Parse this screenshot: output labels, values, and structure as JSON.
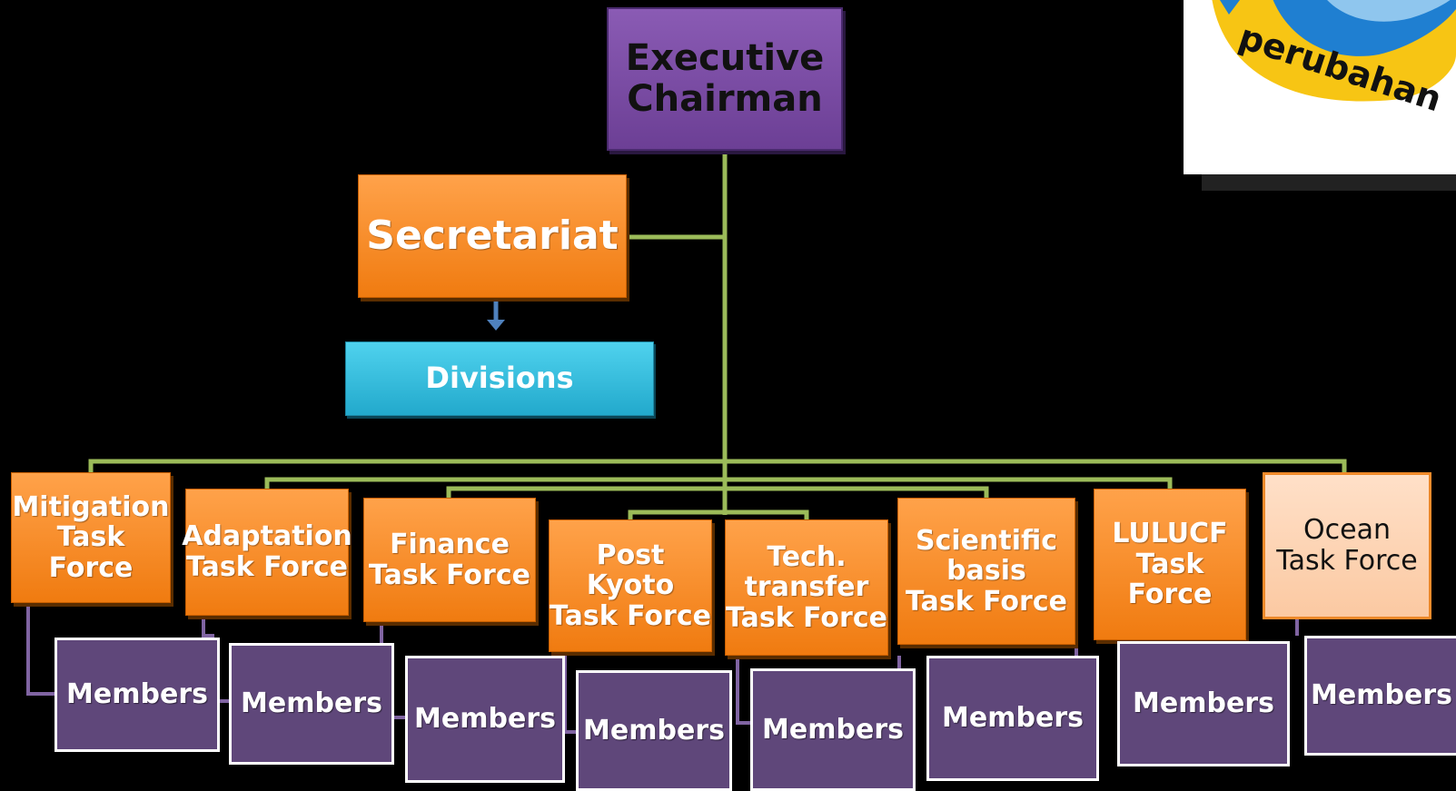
{
  "executive": "Executive\nChairman",
  "secretariat": "Secretariat",
  "divisions": "Divisions",
  "task_forces": [
    "Mitigation\nTask Force",
    "Adaptation\nTask Force",
    "Finance\nTask Force",
    "Post Kyoto\nTask Force",
    "Tech.\ntransfer\nTask Force",
    "Scientific\nbasis\nTask Force",
    "LULUCF\nTask Force",
    "Ocean\nTask Force"
  ],
  "members_label": "Members",
  "logo_text": "perubahan",
  "colors": {
    "connector_green": "#9bbb59",
    "connector_purple": "#8064a2",
    "orange": "#f79646",
    "purple": "#7b4fa6",
    "cyan": "#31b9dc",
    "members": "#5f477a"
  }
}
